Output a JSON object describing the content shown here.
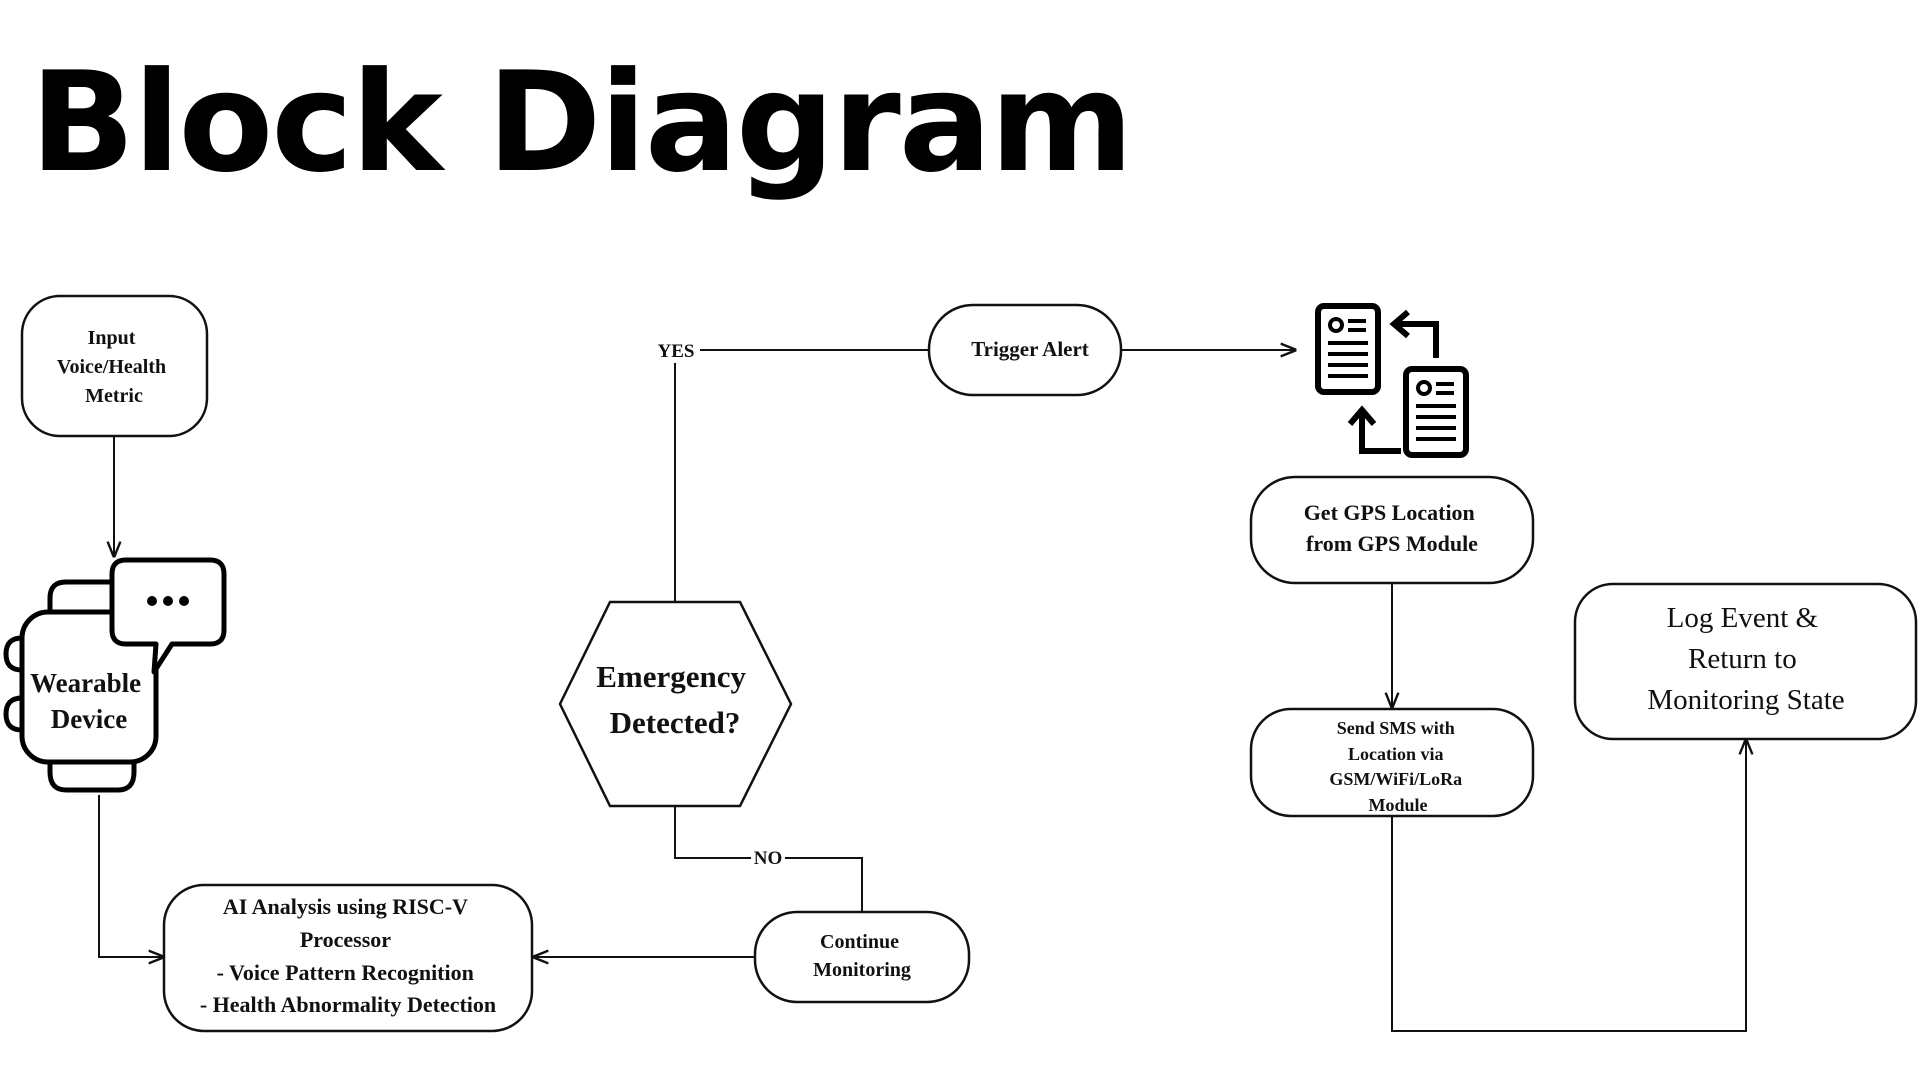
{
  "title": "Block Diagram",
  "nodes": {
    "input": {
      "lines": [
        "Input",
        "Voice/Health",
        "Metric"
      ]
    },
    "wearable": {
      "lines": [
        "Wearable",
        "Device"
      ]
    },
    "ai_analysis": {
      "lines": [
        "AI Analysis using RISC-V",
        "Processor",
        "- Voice Pattern Recognition",
        "- Health Abnormality Detection"
      ]
    },
    "emergency": {
      "lines": [
        "Emergency",
        "Detected?"
      ]
    },
    "continue": {
      "lines": [
        "Continue",
        "Monitoring"
      ]
    },
    "trigger": {
      "lines": [
        "Trigger Alert"
      ]
    },
    "gps": {
      "lines": [
        "Get GPS Location",
        "from GPS Module"
      ]
    },
    "sms": {
      "lines": [
        "Send SMS with",
        "Location  via",
        "GSM/WiFi/LoRa",
        "Module"
      ]
    },
    "log": {
      "lines": [
        "Log Event &",
        "Return to",
        "Monitoring State"
      ]
    }
  },
  "edge_labels": {
    "yes": "YES",
    "no": "NO"
  },
  "icons": {
    "wearable": "smartwatch-with-speech-bubble-icon",
    "transfer": "document-exchange-icon"
  }
}
